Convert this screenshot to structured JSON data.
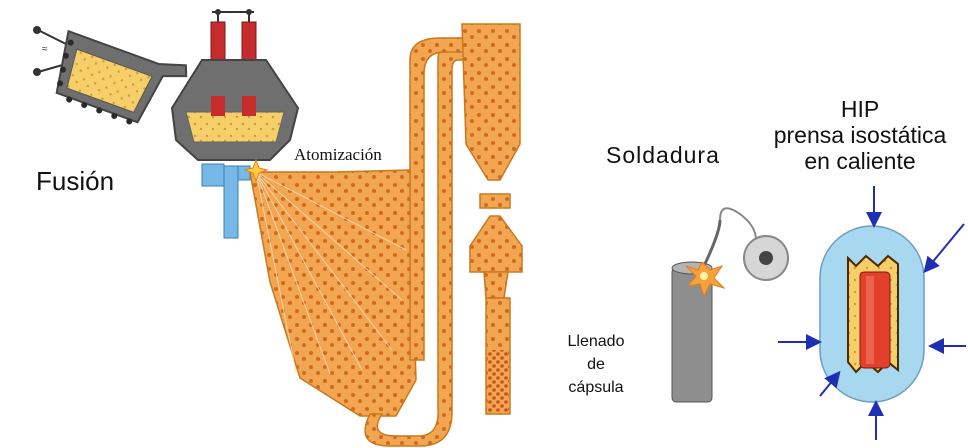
{
  "labels": {
    "fusion": "Fusión",
    "atomizacion": "Atomización",
    "soldadura": "Soldadura",
    "hip_title": "HIP",
    "hip_line2": "prensa isostática",
    "hip_line3": "en caliente",
    "llenado_line1": "Llenado",
    "llenado_line2": "de",
    "llenado_line3": "cápsula"
  },
  "colors": {
    "powder_fill": "#f3a652",
    "powder_dot": "#d26a1c",
    "metal_gray": "#6f6f6f",
    "molten": "#f1d84a",
    "electrode": "#c62c2c",
    "nozzle_blue": "#77b9e6",
    "capsule_blue": "#a8d8f0",
    "arrow_blue": "#1f2fb4",
    "spark": "#f6a23b"
  },
  "icons": [
    "electrode-pair-icon",
    "spark-icon",
    "welding-torch-icon",
    "pressure-arrow-icon"
  ]
}
